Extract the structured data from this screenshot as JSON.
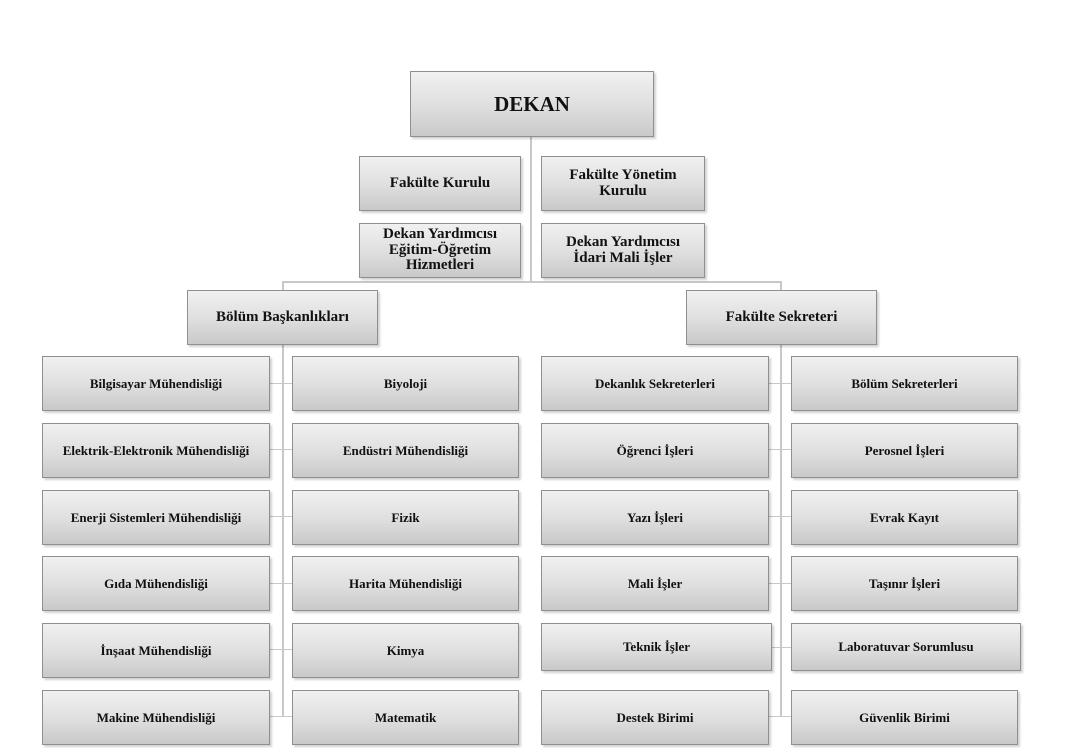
{
  "dekan": "DEKAN",
  "kurullar": {
    "fakulte_kurulu": "Fakülte Kurulu",
    "fakulte_yonetim_kurulu": "Fakülte Yönetim Kurulu"
  },
  "yardimcilar": {
    "egitim": "Dekan Yardımcısı Eğitim-Öğretim Hizmetleri",
    "idari": "Dekan Yardımcısı İdari Mali İşler"
  },
  "bolum_baskanliklari": {
    "title": "Bölüm Başkanlıkları",
    "left": [
      "Bilgisayar Mühendisliği",
      "Elektrik-Elektronik Mühendisliği",
      "Enerji Sistemleri Mühendisliği",
      "Gıda Mühendisliği",
      "İnşaat Mühendisliği",
      "Makine Mühendisliği"
    ],
    "right": [
      "Biyoloji",
      "Endüstri Mühendisliği",
      "Fizik",
      "Harita Mühendisliği",
      "Kimya",
      "Matematik"
    ]
  },
  "fakulte_sekreteri": {
    "title": "Fakülte Sekreteri",
    "left": [
      "Dekanlık Sekreterleri",
      "Öğrenci İşleri",
      "Yazı İşleri",
      "Mali İşler",
      "Teknik İşler",
      "Destek Birimi"
    ],
    "right": [
      "Bölüm Sekreterleri",
      "Perosnel İşleri",
      "Evrak Kayıt",
      "Taşınır İşleri",
      "Laboratuvar Sorumlusu",
      "Güvenlik Birimi"
    ]
  }
}
